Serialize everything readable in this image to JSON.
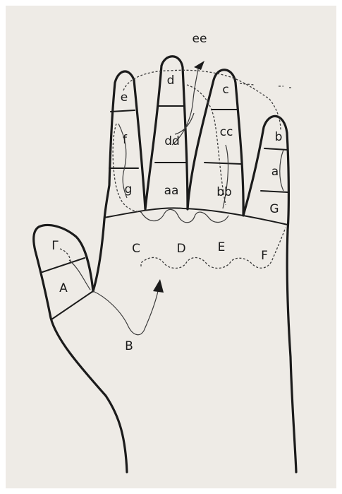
{
  "labels": {
    "ee": "ee",
    "d": "d",
    "dd": "dd",
    "aa": "aa",
    "c": "c",
    "cc": "cc",
    "bb": "bb",
    "e": "e",
    "f": "f",
    "g": "g",
    "b": "b",
    "a": "a",
    "G": "G",
    "gamma": "Γ",
    "A": "A",
    "B": "B",
    "C": "C",
    "D": "D",
    "E": "E",
    "F": "F"
  }
}
